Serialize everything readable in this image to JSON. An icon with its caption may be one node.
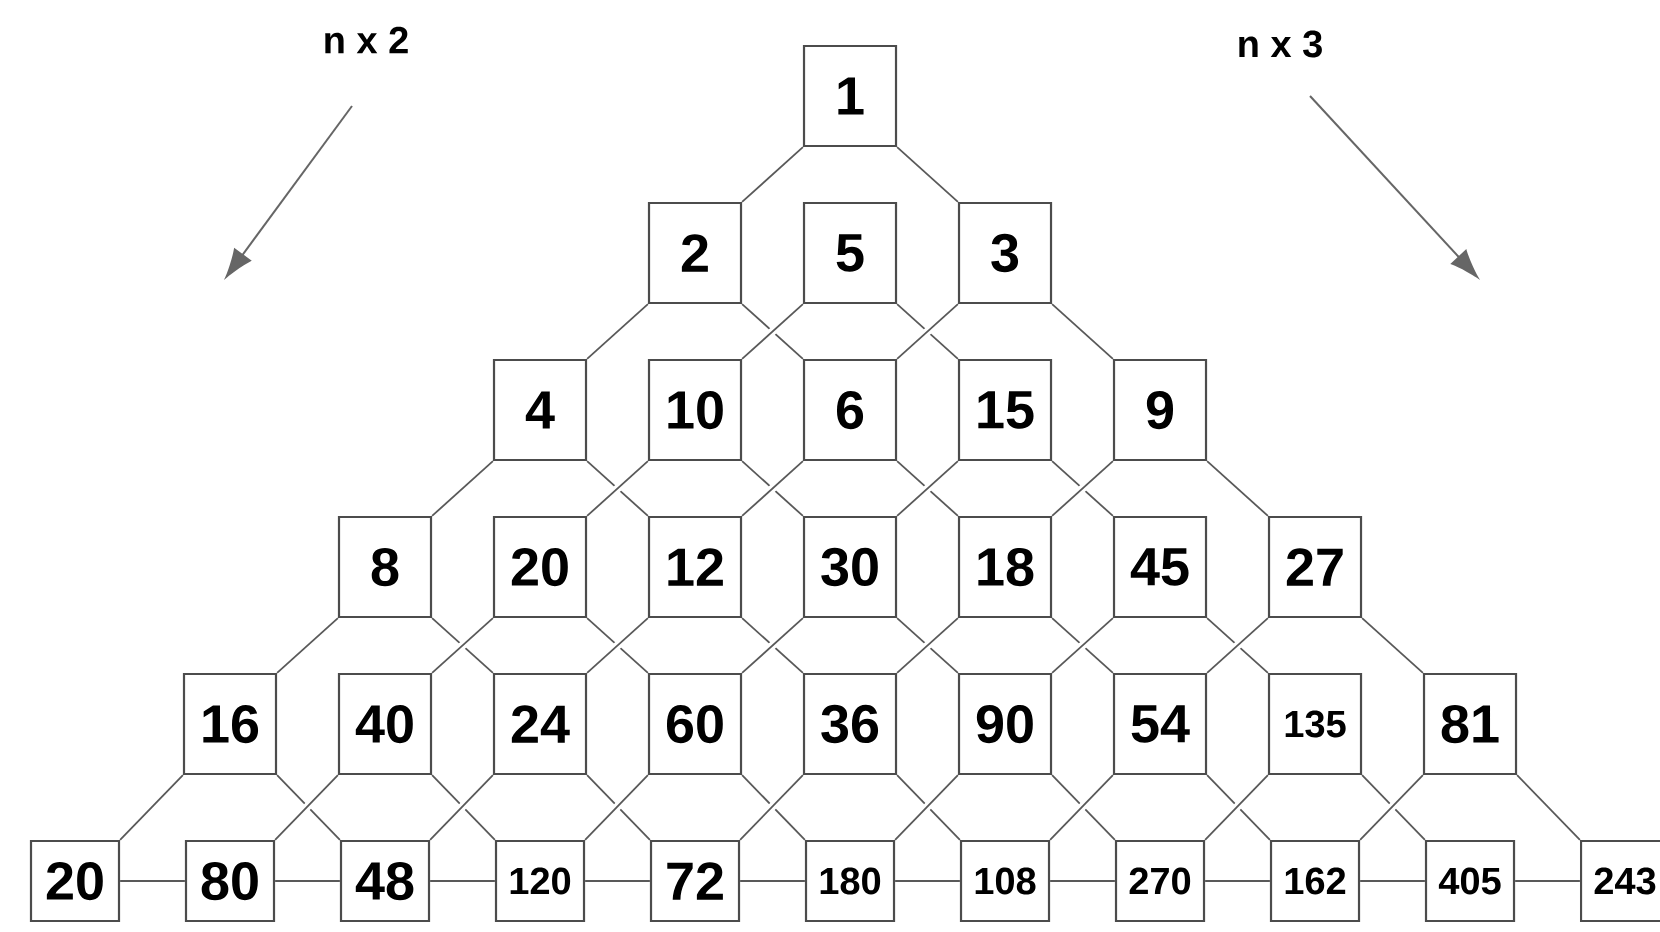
{
  "diagram": {
    "nodes": [
      {
        "text": [
          "1"
        ]
      },
      {
        "text": [
          "2"
        ]
      },
      {
        "text": [
          "5"
        ]
      },
      {
        "text": [
          "3"
        ]
      },
      {
        "text": [
          "4"
        ]
      },
      {
        "text": [
          "10"
        ]
      },
      {
        "text": [
          "6"
        ]
      },
      {
        "text": [
          "15"
        ]
      },
      {
        "text": [
          "9"
        ]
      },
      {
        "text": [
          "8"
        ]
      },
      {
        "text": [
          "20"
        ]
      },
      {
        "text": [
          "12"
        ]
      },
      {
        "text": [
          "30"
        ]
      },
      {
        "text": [
          "18"
        ]
      },
      {
        "text": [
          "45"
        ]
      },
      {
        "text": [
          "27"
        ]
      },
      {
        "text": [
          "16"
        ]
      },
      {
        "text": [
          "40"
        ]
      },
      {
        "text": [
          "24"
        ]
      },
      {
        "text": [
          "60"
        ]
      },
      {
        "text": [
          "36"
        ]
      },
      {
        "text": [
          "90"
        ]
      },
      {
        "text": [
          "54"
        ]
      },
      {
        "text": [
          "135"
        ]
      },
      {
        "text": [
          "81"
        ]
      },
      {
        "text": [
          "20"
        ]
      },
      {
        "text": [
          "80"
        ]
      },
      {
        "text": [
          "48"
        ]
      },
      {
        "text": [
          "120"
        ]
      },
      {
        "text": [
          "72"
        ]
      },
      {
        "text": [
          "180"
        ]
      },
      {
        "text": [
          "108"
        ]
      },
      {
        "text": [
          "270"
        ]
      },
      {
        "text": [
          "162"
        ]
      },
      {
        "text": [
          "405"
        ]
      },
      {
        "text": [
          "243"
        ]
      }
    ],
    "edges": [
      {
        "from": 0,
        "to": 1,
        "arrow": "none"
      },
      {
        "from": 0,
        "to": 3,
        "arrow": "none"
      },
      {
        "from": 1,
        "to": 4,
        "arrow": "none"
      },
      {
        "from": 1,
        "to": 6,
        "arrow": "none"
      },
      {
        "from": 2,
        "to": 5,
        "arrow": "none"
      },
      {
        "from": 2,
        "to": 7,
        "arrow": "none"
      },
      {
        "from": 3,
        "to": 6,
        "arrow": "none"
      },
      {
        "from": 3,
        "to": 8,
        "arrow": "none"
      },
      {
        "from": 4,
        "to": 9,
        "arrow": "none"
      },
      {
        "from": 4,
        "to": 11,
        "arrow": "none"
      },
      {
        "from": 5,
        "to": 10,
        "arrow": "none"
      },
      {
        "from": 5,
        "to": 12,
        "arrow": "none"
      },
      {
        "from": 6,
        "to": 11,
        "arrow": "none"
      },
      {
        "from": 6,
        "to": 13,
        "arrow": "none"
      },
      {
        "from": 7,
        "to": 12,
        "arrow": "none"
      },
      {
        "from": 7,
        "to": 14,
        "arrow": "none"
      },
      {
        "from": 8,
        "to": 13,
        "arrow": "none"
      },
      {
        "from": 8,
        "to": 15,
        "arrow": "none"
      },
      {
        "from": 9,
        "to": 16,
        "arrow": "none"
      },
      {
        "from": 9,
        "to": 18,
        "arrow": "none"
      },
      {
        "from": 10,
        "to": 17,
        "arrow": "none"
      },
      {
        "from": 10,
        "to": 19,
        "arrow": "none"
      },
      {
        "from": 11,
        "to": 18,
        "arrow": "none"
      },
      {
        "from": 11,
        "to": 20,
        "arrow": "none"
      },
      {
        "from": 12,
        "to": 19,
        "arrow": "none"
      },
      {
        "from": 12,
        "to": 21,
        "arrow": "none"
      },
      {
        "from": 13,
        "to": 20,
        "arrow": "none"
      },
      {
        "from": 13,
        "to": 22,
        "arrow": "none"
      },
      {
        "from": 14,
        "to": 21,
        "arrow": "none"
      },
      {
        "from": 14,
        "to": 23,
        "arrow": "none"
      },
      {
        "from": 15,
        "to": 22,
        "arrow": "none"
      },
      {
        "from": 15,
        "to": 24,
        "arrow": "none"
      },
      {
        "from": 16,
        "to": 25,
        "arrow": "none"
      },
      {
        "from": 16,
        "to": 27,
        "arrow": "none"
      },
      {
        "from": 17,
        "to": 26,
        "arrow": "none"
      },
      {
        "from": 17,
        "to": 28,
        "arrow": "none"
      },
      {
        "from": 18,
        "to": 27,
        "arrow": "none"
      },
      {
        "from": 18,
        "to": 29,
        "arrow": "none"
      },
      {
        "from": 19,
        "to": 28,
        "arrow": "none"
      },
      {
        "from": 19,
        "to": 30,
        "arrow": "none"
      },
      {
        "from": 20,
        "to": 29,
        "arrow": "none"
      },
      {
        "from": 20,
        "to": 31,
        "arrow": "none"
      },
      {
        "from": 21,
        "to": 30,
        "arrow": "none"
      },
      {
        "from": 21,
        "to": 32,
        "arrow": "none"
      },
      {
        "from": 22,
        "to": 31,
        "arrow": "none"
      },
      {
        "from": 22,
        "to": 33,
        "arrow": "none"
      },
      {
        "from": 23,
        "to": 32,
        "arrow": "none"
      },
      {
        "from": 23,
        "to": 34,
        "arrow": "none"
      },
      {
        "from": 24,
        "to": 33,
        "arrow": "none"
      },
      {
        "from": 24,
        "to": 35,
        "arrow": "none"
      },
      {
        "from": 25,
        "to": 26,
        "arrow": "none"
      },
      {
        "from": 26,
        "to": 27,
        "arrow": "none"
      },
      {
        "from": 27,
        "to": 28,
        "arrow": "none"
      },
      {
        "from": 28,
        "to": 29,
        "arrow": "none"
      },
      {
        "from": 29,
        "to": 30,
        "arrow": "none"
      },
      {
        "from": 30,
        "to": 31,
        "arrow": "none"
      },
      {
        "from": 31,
        "to": 32,
        "arrow": "none"
      },
      {
        "from": 32,
        "to": 33,
        "arrow": "none"
      },
      {
        "from": 33,
        "to": 34,
        "arrow": "none"
      },
      {
        "from": 34,
        "to": 35,
        "arrow": "none"
      }
    ],
    "labels": [
      "n x 2",
      "n x 3"
    ]
  }
}
